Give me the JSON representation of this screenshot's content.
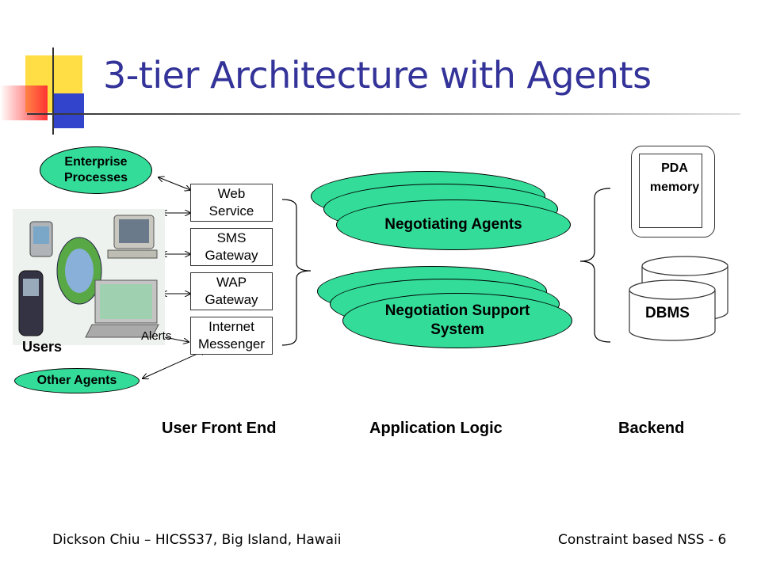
{
  "slide": {
    "title": "3-tier Architecture with Agents",
    "footer_left": "Dickson Chiu – HICSS37, Big Island, Hawaii",
    "footer_right": "Constraint based NSS - 6"
  },
  "left": {
    "enterprise": "Enterprise Processes",
    "users": "Users",
    "other_agents": "Other Agents",
    "alerts": "Alerts"
  },
  "front_end": {
    "boxes": [
      "Web Service",
      "SMS Gateway",
      "WAP Gateway",
      "Internet Messenger"
    ]
  },
  "logic": {
    "agents": "Negotiating Agents",
    "nss": "Negotiation Support System"
  },
  "backend": {
    "pda": "PDA memory",
    "dbms": "DBMS"
  },
  "tiers": {
    "front": "User Front End",
    "logic": "Application Logic",
    "back": "Backend"
  },
  "colors": {
    "title": "#333399",
    "ellipse_fill": "#33dd99",
    "deco_yellow": "#ffd633",
    "deco_blue": "#3333cc",
    "deco_red": "#ff3333"
  }
}
